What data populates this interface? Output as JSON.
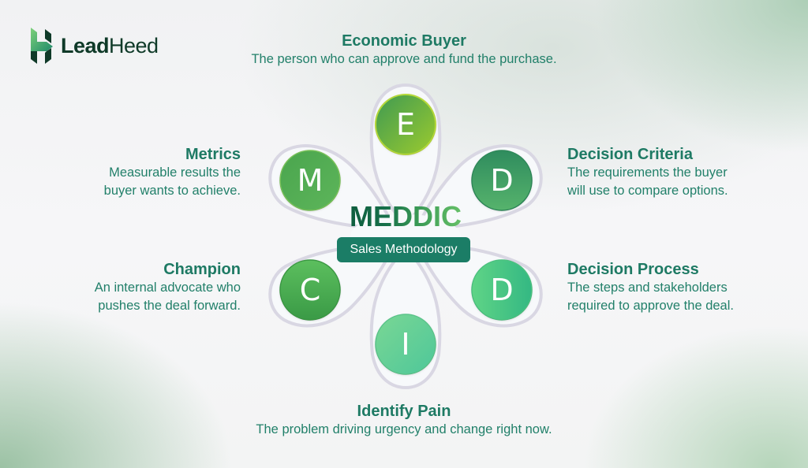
{
  "brand": {
    "name_bold": "Lead",
    "name_regular": "Heed",
    "logo_icon": "leadheed-h-arrow-icon"
  },
  "hub": {
    "title": "MEDDIC",
    "subtitle": "Sales Methodology"
  },
  "colors": {
    "text_teal": "#1e7a64",
    "badge_bg": "#1b7d66",
    "petal_stroke": "#d8d6e2",
    "logo_dark": "#0f3a28"
  },
  "elements": [
    {
      "key": "economic_buyer",
      "letter": "E",
      "title": "Economic Buyer",
      "description": "The person who can approve and fund the purchase."
    },
    {
      "key": "metrics",
      "letter": "M",
      "title": "Metrics",
      "description_lines": [
        "Measurable results the",
        "buyer wants to achieve."
      ]
    },
    {
      "key": "decision_criteria",
      "letter": "D",
      "title": "Decision Criteria",
      "description_lines": [
        "The requirements the buyer",
        "will use to compare options."
      ]
    },
    {
      "key": "champion",
      "letter": "C",
      "title": "Champion",
      "description_lines": [
        "An internal advocate who",
        "pushes the deal forward."
      ]
    },
    {
      "key": "decision_process",
      "letter": "D",
      "title": "Decision Process",
      "description_lines": [
        "The steps and stakeholders",
        "required to approve the deal."
      ]
    },
    {
      "key": "identify_pain",
      "letter": "I",
      "title": "Identify Pain",
      "description": "The problem driving urgency and change right now."
    }
  ]
}
